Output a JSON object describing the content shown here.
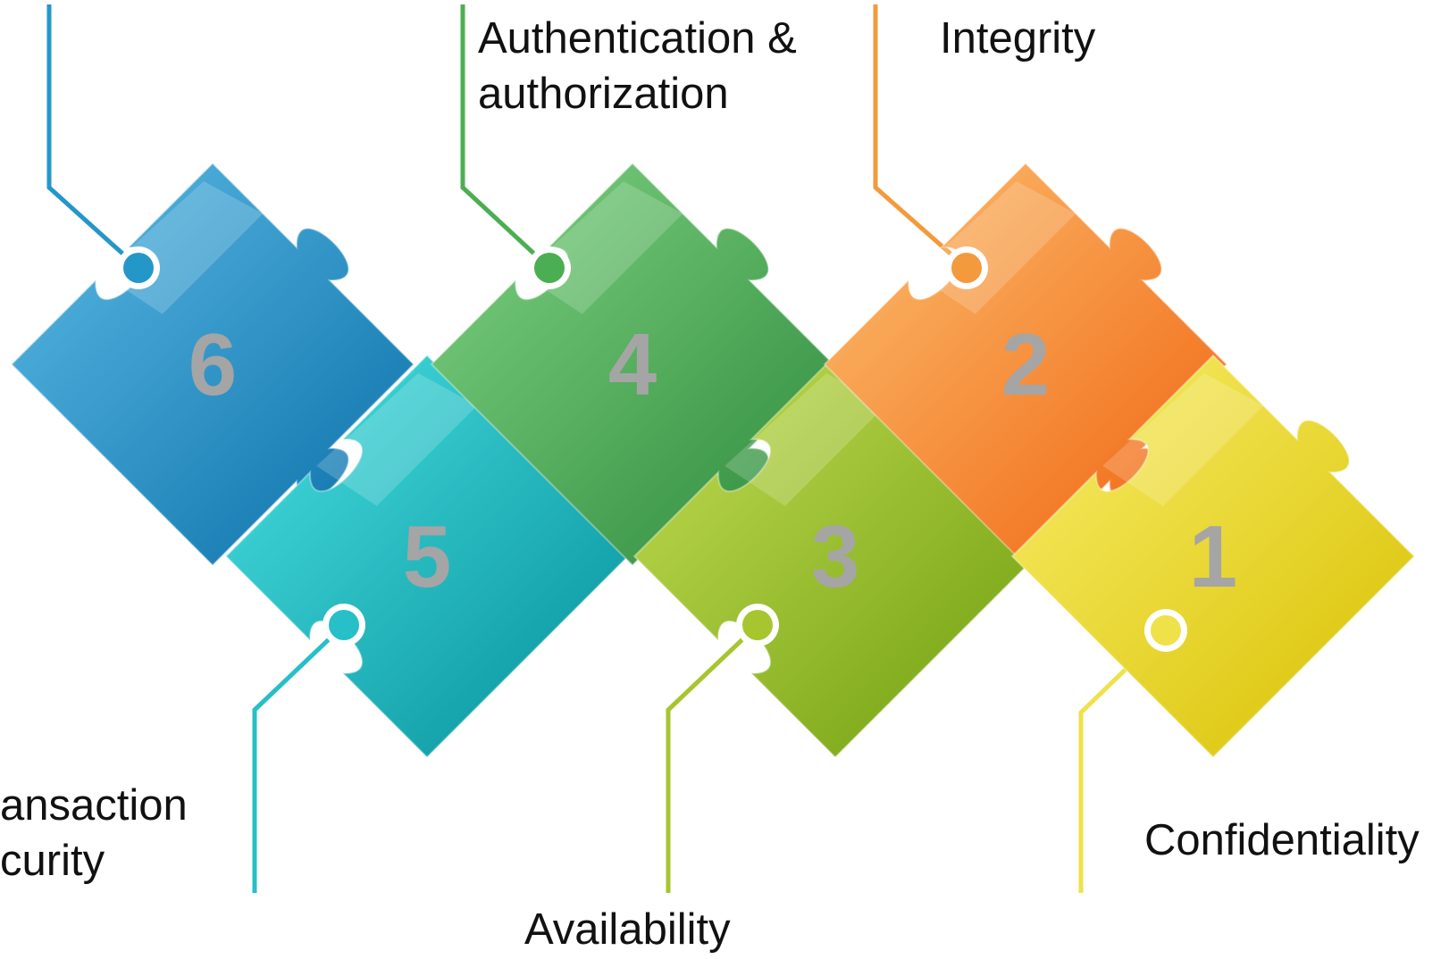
{
  "pieces": [
    {
      "number": "1",
      "label": "Confidentiality",
      "color_light": "#f9ee6a",
      "color_dark": "#d8c000",
      "line": "#efe14a"
    },
    {
      "number": "2",
      "label": "Integrity",
      "color_light": "#fbc070",
      "color_dark": "#f0620e",
      "line": "#f39a3c"
    },
    {
      "number": "3",
      "label": "Availability",
      "color_light": "#c4dd55",
      "color_dark": "#6f9e0e",
      "line": "#a7c52e"
    },
    {
      "number": "4",
      "label": [
        "Authentication &",
        "authorization"
      ],
      "color_light": "#7fd382",
      "color_dark": "#2e8a3c",
      "line": "#4cae52"
    },
    {
      "number": "5",
      "label": [
        "ansaction",
        "curity"
      ],
      "color_light": "#48e0e2",
      "color_dark": "#06909a",
      "line": "#27bfc8"
    },
    {
      "number": "6",
      "label": "",
      "color_light": "#5cbbe6",
      "color_dark": "#0a6fa8",
      "line": "#2497c9"
    }
  ],
  "number_color": "#a5a5a5"
}
